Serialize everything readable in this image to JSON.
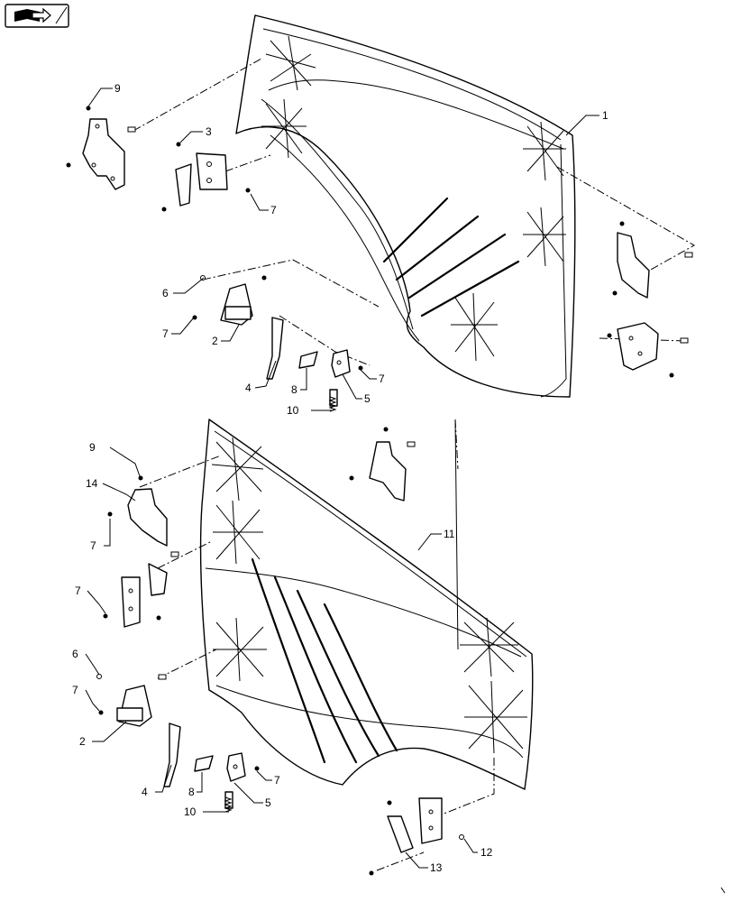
{
  "diagram": {
    "nav_icon": "book-arrow-icon",
    "callouts": {
      "c1": "1",
      "c9_top": "9",
      "c3": "3",
      "c7_top": "7",
      "c6_top": "6",
      "c7_mid_a": "7",
      "c2_top": "2",
      "c4_top": "4",
      "c8_top": "8",
      "c5_top": "5",
      "c7_mid_b": "7",
      "c10_top": "10",
      "c9_low": "9",
      "c14": "14",
      "c7_low_a": "7",
      "c11": "11",
      "c7_low_b": "7",
      "c6_low": "6",
      "c7_low_c": "7",
      "c2_low": "2",
      "c4_low": "4",
      "c8_low": "8",
      "c5_low": "5",
      "c7_low_d": "7",
      "c10_low": "10",
      "c12": "12",
      "c13": "13"
    }
  }
}
